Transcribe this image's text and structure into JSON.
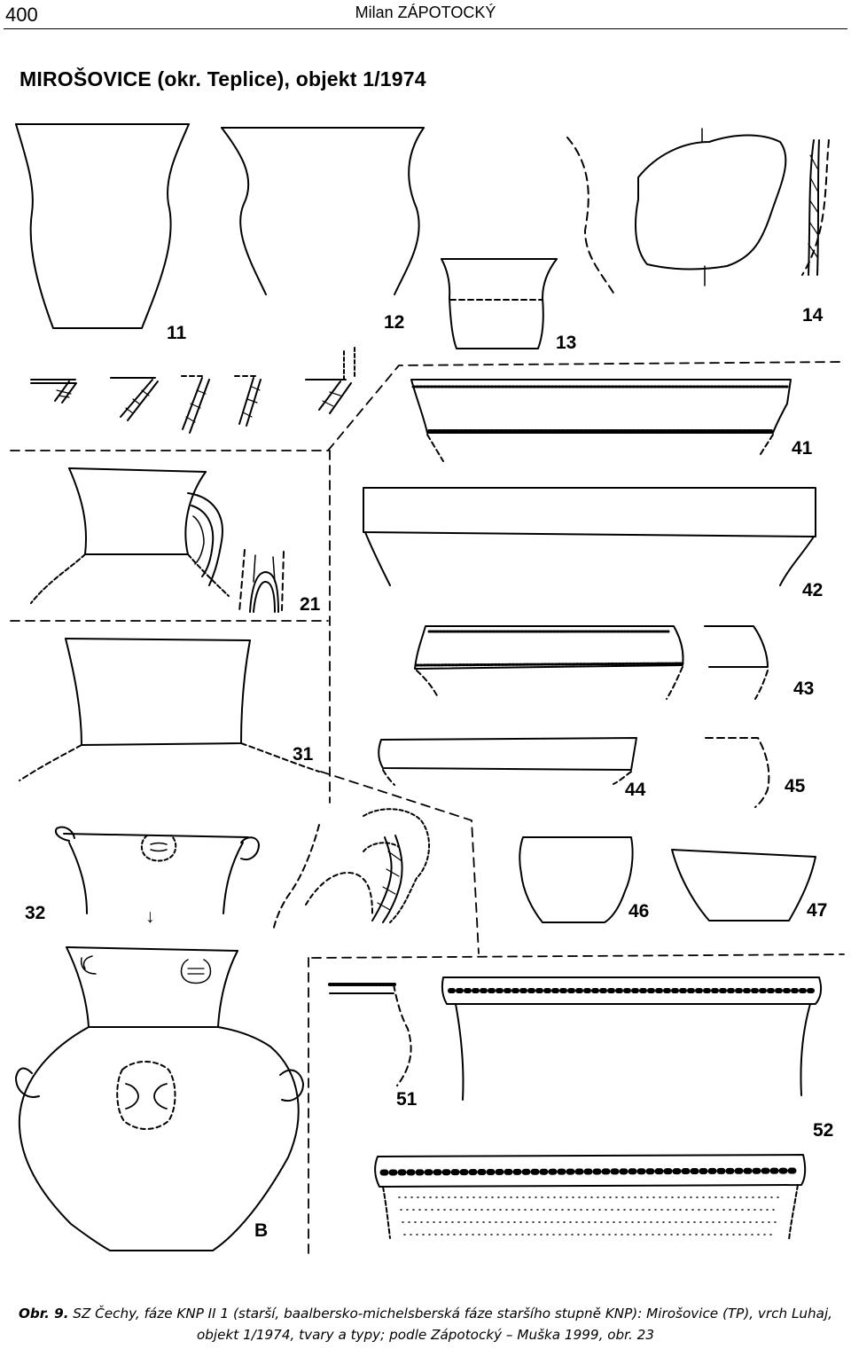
{
  "header": {
    "page_number": "400",
    "author": "Milan ZÁPOTOCKÝ"
  },
  "plate": {
    "title_main": "MIROŠOVICE",
    "title_rest": " (okr. Teplice), objekt 1/1974",
    "labels": {
      "n11": "11",
      "n12": "12",
      "n13": "13",
      "n14": "14",
      "n21": "21",
      "n31": "31",
      "n32": "32",
      "n41": "41",
      "n42": "42",
      "n43": "43",
      "n44": "44",
      "n45": "45",
      "n46": "46",
      "n47": "47",
      "n51": "51",
      "n52": "52",
      "B": "B",
      "arrow": "↓"
    }
  },
  "caption": {
    "label": "Obr. 9.",
    "line1": " SZ Čechy, fáze KNP II 1 (starší, baalbersko-michelsberská fáze staršího stupně KNP): Mirošovice (TP), vrch Luhaj,",
    "line2": "objekt 1/1974, tvary a typy; podle Zápotocký – Muška 1999, obr. 23"
  }
}
